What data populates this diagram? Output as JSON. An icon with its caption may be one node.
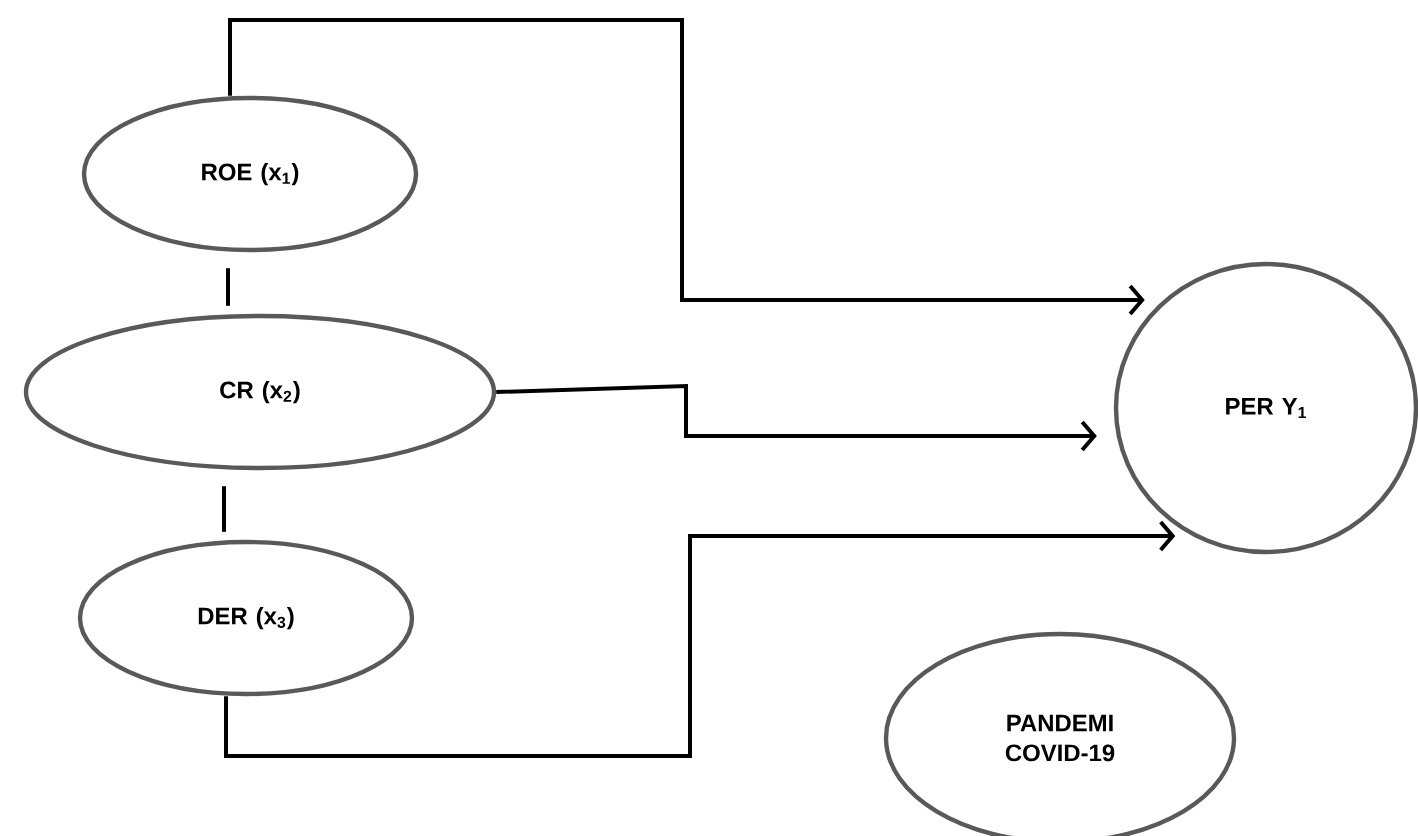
{
  "diagram": {
    "nodes": [
      {
        "text": [
          "**ROE (x$_{1}$)**"
        ]
      },
      {
        "text": [
          "**CR (x$_{2}$)**"
        ]
      },
      {
        "text": [
          "**DER (x$_{3}$)**"
        ]
      },
      {
        "text": [
          "**PER Y$_{1}$**"
        ]
      },
      {
        "text": [
          "**PANDEMI COVID-19**"
        ]
      }
    ],
    "edges": [
      {
        "from": 0,
        "to": 1,
        "arrow": "none"
      },
      {
        "from": 1,
        "to": 2,
        "arrow": "none"
      },
      {
        "from": 0,
        "to": 3,
        "arrow": "to"
      },
      {
        "from": 1,
        "to": 3,
        "arrow": "to"
      },
      {
        "from": 2,
        "to": 3,
        "arrow": "to"
      }
    ]
  }
}
